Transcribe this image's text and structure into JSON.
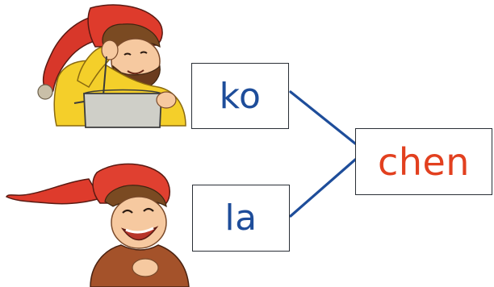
{
  "syllables": {
    "first": "ko",
    "second": "la"
  },
  "result_word": "chen",
  "colors": {
    "syllable_text": "#1e4d9a",
    "result_text": "#e2401f",
    "connector_line": "#1e4d9a",
    "card_border": "#2a2f36"
  },
  "icons": {
    "top_figure": "child-eating-from-pot-icon",
    "bottom_figure": "laughing-child-icon"
  }
}
